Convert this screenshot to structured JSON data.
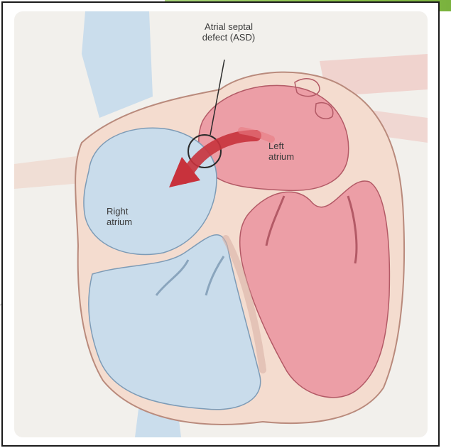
{
  "labels": {
    "asd": "Atrial septal\ndefect (ASD)",
    "left_atrium": "Left\natrium",
    "right_atrium": "Right\natrium"
  },
  "colors": {
    "frame_border": "#1b1b1b",
    "green_accent": "#8bc34a",
    "deoxygenated_blue": "#c9dceb",
    "oxygenated_pink": "#e9a0a8",
    "heart_wall": "#f3dcd0",
    "shunt_arrow": "#c8323c"
  },
  "icons": {
    "shunt": "curved-arrow-icon",
    "defect": "circle-marker-icon"
  }
}
